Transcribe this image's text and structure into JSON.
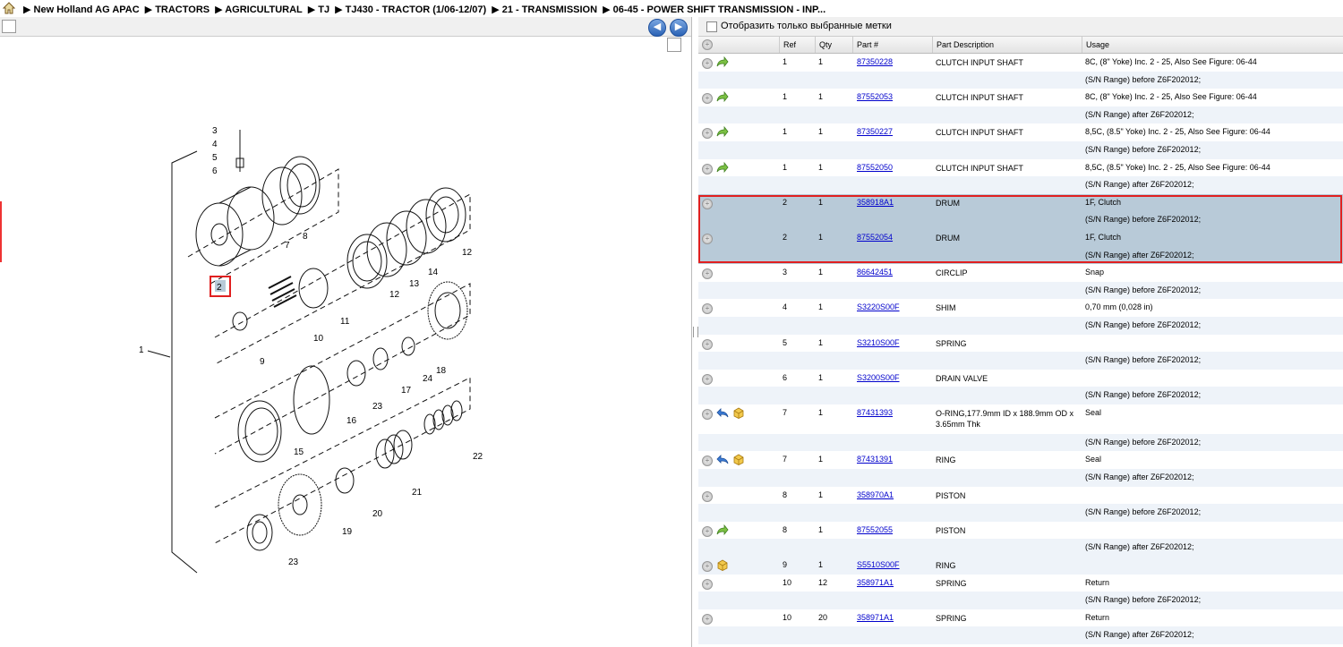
{
  "breadcrumb": [
    "New Holland AG APAC",
    "TRACTORS",
    "AGRICULTURAL",
    "TJ",
    "TJ430 - TRACTOR (1/06-12/07)",
    "21 - TRANSMISSION",
    "06-45 - POWER SHIFT TRANSMISSION - INP..."
  ],
  "nav": {
    "back": "◀",
    "forward": "▶"
  },
  "filter_label": "Отобразить только выбранные метки",
  "table": {
    "headers": [
      "Ref",
      "Qty",
      "Part #",
      "Part Description",
      "Usage"
    ],
    "rows": [
      {
        "ref": "1",
        "qty": "1",
        "part": "87350228",
        "desc": "CLUTCH INPUT SHAFT",
        "usage": "8C, (8\" Yoke) Inc. 2 - 25, Also See Figure: 06-44",
        "usage2": "(S/N Range) before Z6F202012;",
        "icons": [
          "arrow"
        ]
      },
      {
        "ref": "1",
        "qty": "1",
        "part": "87552053",
        "desc": "CLUTCH INPUT SHAFT",
        "usage": "8C, (8\" Yoke) Inc. 2 - 25, Also See Figure: 06-44",
        "usage2": "(S/N Range) after Z6F202012;",
        "icons": [
          "arrow"
        ]
      },
      {
        "ref": "1",
        "qty": "1",
        "part": "87350227",
        "desc": "CLUTCH INPUT SHAFT",
        "usage": "8,5C, (8.5\" Yoke) Inc. 2 - 25, Also See Figure: 06-44",
        "usage2": "(S/N Range) before Z6F202012;",
        "icons": [
          "arrow"
        ]
      },
      {
        "ref": "1",
        "qty": "1",
        "part": "87552050",
        "desc": "CLUTCH INPUT SHAFT",
        "usage": "8,5C, (8.5\" Yoke) Inc. 2 - 25, Also See Figure: 06-44",
        "usage2": "(S/N Range) after Z6F202012;",
        "icons": [
          "arrow"
        ]
      },
      {
        "ref": "2",
        "qty": "1",
        "part": "358918A1",
        "desc": "DRUM",
        "usage": "1F, Clutch",
        "usage2": "(S/N Range) before Z6F202012;",
        "icons": [],
        "selected": true
      },
      {
        "ref": "2",
        "qty": "1",
        "part": "87552054",
        "desc": "DRUM",
        "usage": "1F, Clutch",
        "usage2": "(S/N Range) after Z6F202012;",
        "icons": [],
        "selected": true
      },
      {
        "ref": "3",
        "qty": "1",
        "part": "86642451",
        "desc": "CIRCLIP",
        "usage": "Snap",
        "usage2": "(S/N Range) before Z6F202012;",
        "icons": []
      },
      {
        "ref": "4",
        "qty": "1",
        "part": "S3220S00F",
        "desc": "SHIM",
        "usage": "0,70 mm (0,028 in)",
        "usage2": "(S/N Range) before Z6F202012;",
        "icons": []
      },
      {
        "ref": "5",
        "qty": "1",
        "part": "S3210S00F",
        "desc": "SPRING",
        "usage": "",
        "usage2": "(S/N Range) before Z6F202012;",
        "icons": []
      },
      {
        "ref": "6",
        "qty": "1",
        "part": "S3200S00F",
        "desc": "DRAIN VALVE",
        "usage": "",
        "usage2": "(S/N Range) before Z6F202012;",
        "icons": []
      },
      {
        "ref": "7",
        "qty": "1",
        "part": "87431393",
        "desc": "O-RING,177.9mm ID x 188.9mm OD x",
        "desc2": "3.65mm Thk",
        "usage": "Seal",
        "usage2": "(S/N Range) before Z6F202012;",
        "icons": [
          "back",
          "box"
        ]
      },
      {
        "ref": "7",
        "qty": "1",
        "part": "87431391",
        "desc": "RING",
        "usage": "Seal",
        "usage2": "(S/N Range) after Z6F202012;",
        "icons": [
          "back",
          "box"
        ]
      },
      {
        "ref": "8",
        "qty": "1",
        "part": "358970A1",
        "desc": "PISTON",
        "usage": "",
        "usage2": "(S/N Range) before Z6F202012;",
        "icons": []
      },
      {
        "ref": "8",
        "qty": "1",
        "part": "87552055",
        "desc": "PISTON",
        "usage": "",
        "usage2": "(S/N Range) after Z6F202012;",
        "icons": [
          "arrow"
        ]
      },
      {
        "ref": "9",
        "qty": "1",
        "part": "S5510S00F",
        "desc": "RING",
        "usage": "",
        "usage2": "",
        "icons": [
          "box"
        ]
      },
      {
        "ref": "10",
        "qty": "12",
        "part": "358971A1",
        "desc": "SPRING",
        "usage": "Return",
        "usage2": "(S/N Range) before Z6F202012;",
        "icons": []
      },
      {
        "ref": "10",
        "qty": "20",
        "part": "358971A1",
        "desc": "SPRING",
        "usage": "Return",
        "usage2": "(S/N Range) after Z6F202012;",
        "icons": []
      }
    ]
  },
  "callouts": [
    "1",
    "2",
    "3",
    "4",
    "5",
    "6",
    "7",
    "8",
    "9",
    "10",
    "11",
    "12",
    "13",
    "14",
    "12",
    "15",
    "16",
    "17",
    "18",
    "19",
    "20",
    "21",
    "22",
    "23",
    "23",
    "24"
  ],
  "colors": {
    "selected_row": "#b8cad8",
    "highlight_border": "#e02020",
    "link": "#0000cc"
  }
}
